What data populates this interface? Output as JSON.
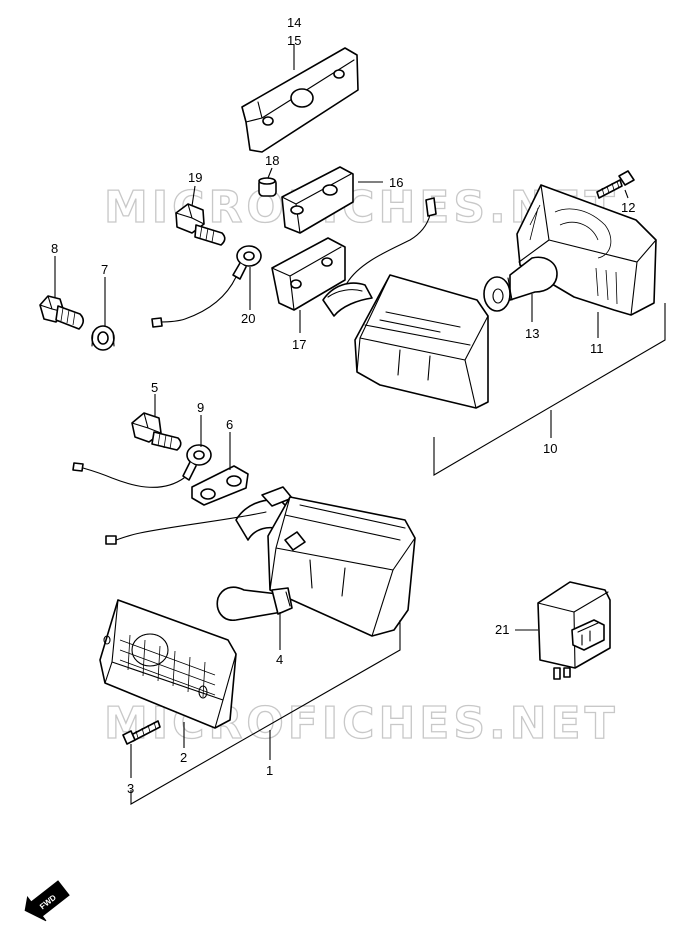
{
  "watermark": "MICROFICHES.NET",
  "fwd_label": "FWD",
  "callouts": {
    "c1": "1",
    "c2": "2",
    "c3": "3",
    "c4": "4",
    "c5": "5",
    "c6": "6",
    "c7": "7",
    "c8": "8",
    "c9": "9",
    "c10": "10",
    "c11": "11",
    "c12": "12",
    "c13": "13",
    "c14": "14",
    "c15": "15",
    "c16": "16",
    "c17": "17",
    "c18": "18",
    "c19": "19",
    "c20": "20",
    "c21": "21"
  },
  "colors": {
    "line": "#000000",
    "watermark": "#c8c8c8",
    "background": "#ffffff"
  }
}
